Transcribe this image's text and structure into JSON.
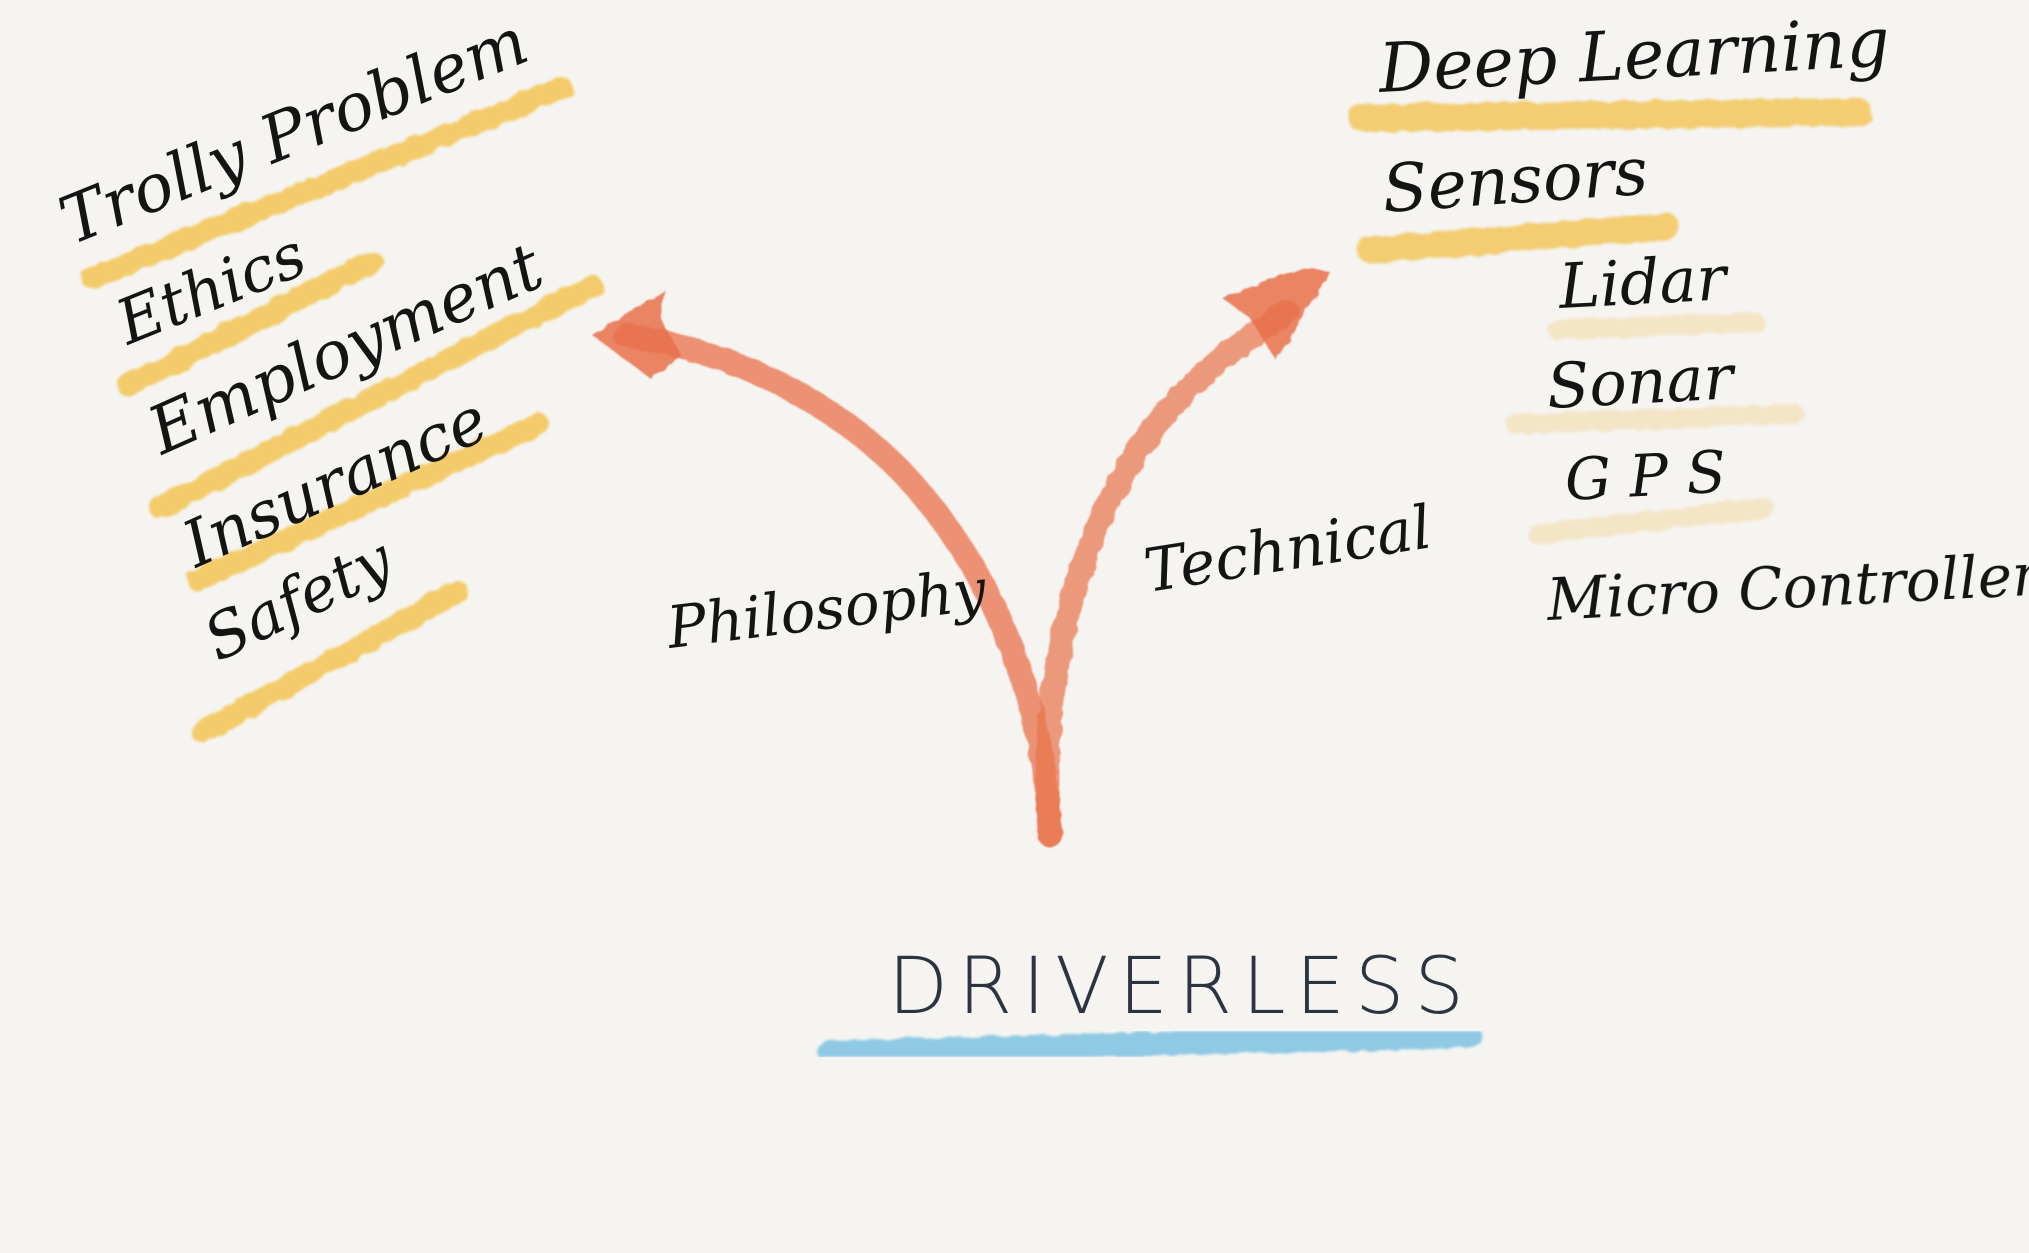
{
  "colors": {
    "background": "#f5f4f0",
    "highlight_yellow": "#f3c14a",
    "highlight_pale": "#f4d9a6",
    "underline_blue": "#7ec2e3",
    "arrow_orange": "#e8704a",
    "ink": "#141414",
    "title_ink": "#2b3440"
  },
  "center": {
    "title": "DRIVERLESS"
  },
  "branches": {
    "left_label": "Philosophy",
    "right_label": "Technical"
  },
  "philosophy_items": [
    "Trolly Problem",
    "Ethics",
    "Employment",
    "Insurance",
    "Safety"
  ],
  "technical_items": {
    "main": [
      "Deep Learning",
      "Sensors"
    ],
    "sensors": [
      "Lidar",
      "Sonar",
      "GPS"
    ],
    "other": "Micro Controllers"
  }
}
